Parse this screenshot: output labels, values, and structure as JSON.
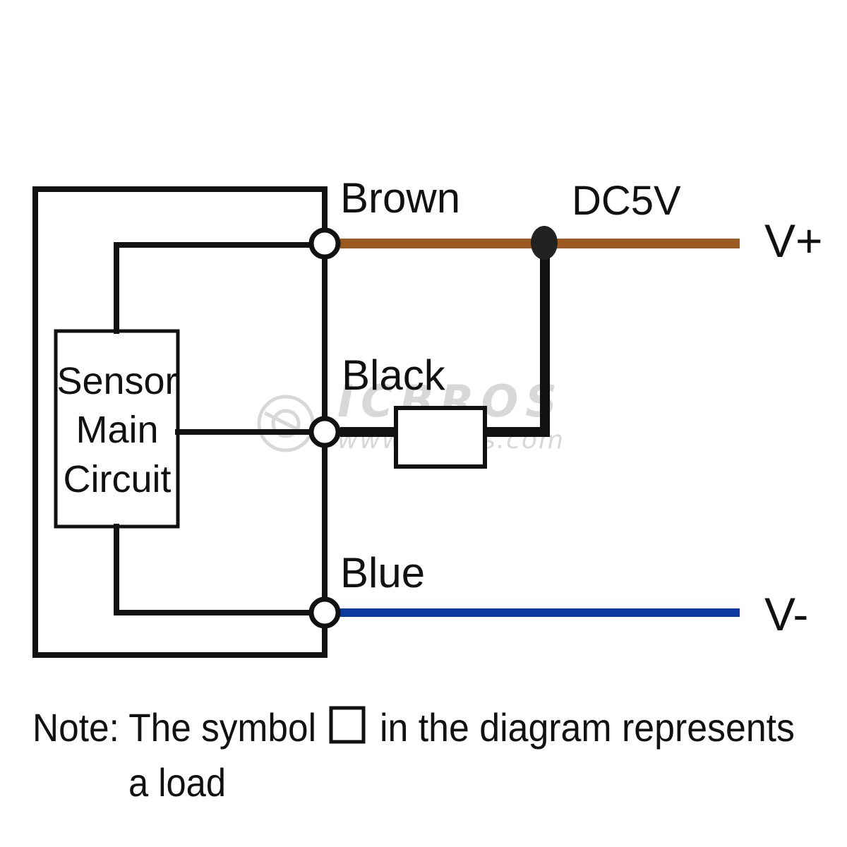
{
  "labels": {
    "sensor_line1": "Sensor",
    "sensor_line2": "Main",
    "sensor_line3": "Circuit",
    "brown": "Brown",
    "black": "Black",
    "blue": "Blue",
    "supply": "DC5V",
    "v_plus": "V+",
    "v_minus": "V-"
  },
  "note": {
    "prefix": "Note: The symbol",
    "suffix": "in the diagram represents",
    "line2": "a load"
  },
  "watermark": {
    "brand": "ICBROS",
    "url": "www.icbros.com"
  },
  "colors": {
    "brown_wire": "#9b5a22",
    "blue_wire": "#0d3aa0",
    "line": "#111111"
  }
}
